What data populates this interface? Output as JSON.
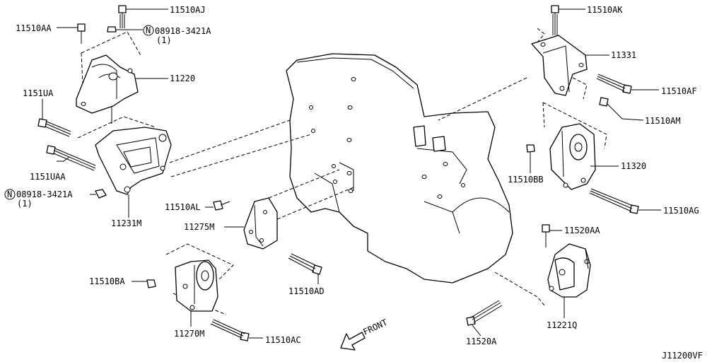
{
  "diagram_code": "J11200VF",
  "front_label": "FRONT",
  "labels": {
    "p11510AJ": "11510AJ",
    "p11510AA": "11510AA",
    "p08918_top": "08918-3421A",
    "p08918_top_qty": "(1)",
    "p11220": "11220",
    "p1151UA": "1151UA",
    "p1151UAA": "1151UAA",
    "p08918_bot": "08918-3421A",
    "p08918_bot_qty": "(1)",
    "p11231M": "11231M",
    "p11510AL": "11510AL",
    "p11275M": "11275M",
    "p11510BA": "11510BA",
    "p11270M": "11270M",
    "p11510AC": "11510AC",
    "p11510AD": "11510AD",
    "p11510AK": "11510AK",
    "p11331": "11331",
    "p11510AF": "11510AF",
    "p11510AM": "11510AM",
    "p11320": "11320",
    "p11510BB": "11510BB",
    "p11510AG": "11510AG",
    "p11520AA": "11520AA",
    "p11221Q": "11221Q",
    "p11520A": "11520A"
  },
  "nut_symbol": "N"
}
